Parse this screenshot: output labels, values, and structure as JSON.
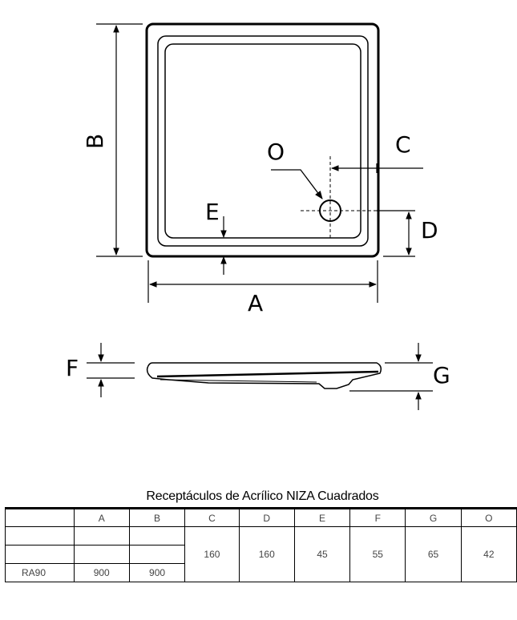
{
  "diagram": {
    "labels": {
      "A": "A",
      "B": "B",
      "C": "C",
      "D": "D",
      "E": "E",
      "F": "F",
      "G": "G",
      "O": "O"
    }
  },
  "table": {
    "title": "Receptáculos de Acrílico NIZA Cuadrados",
    "headers": [
      "",
      "A",
      "B",
      "C",
      "D",
      "E",
      "F",
      "G",
      "O"
    ],
    "model": "RA90",
    "A": "900",
    "B": "900",
    "C": "160",
    "D": "160",
    "E": "45",
    "F": "55",
    "G": "65",
    "O": "42"
  }
}
